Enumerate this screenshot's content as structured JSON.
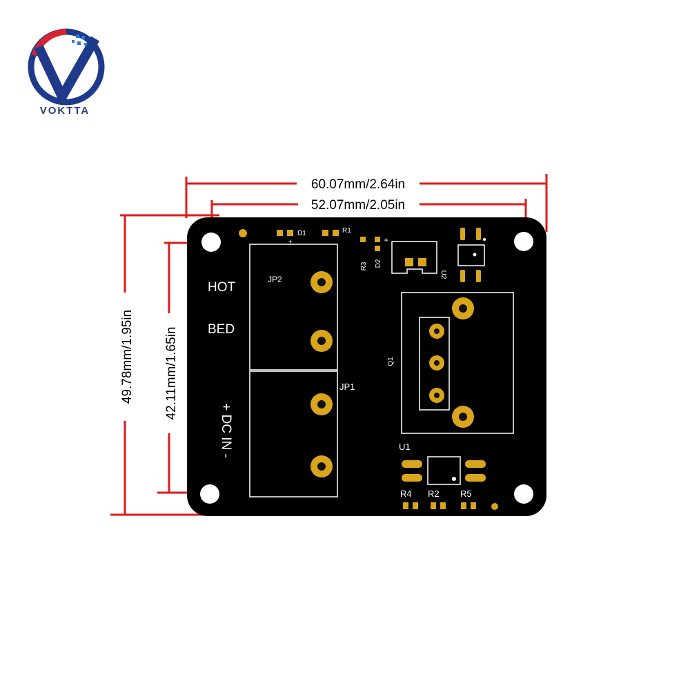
{
  "brand": {
    "name": "VOKTTA",
    "colors": {
      "navy": "#1f3a8a",
      "red": "#d9232f",
      "blue": "#2a7bd6"
    }
  },
  "dimensions": {
    "outer_width": "60.07mm/2.64in",
    "hole_width": "52.07mm/2.05in",
    "outer_height": "49.78mm/1.95in",
    "hole_height": "42.11mm/1.65in",
    "line_color": "#e01a1a"
  },
  "board": {
    "color": "#000000",
    "pad_color": "#d9a51a",
    "silkscreen_color": "#ffffff",
    "labels": {
      "hot": "HOT",
      "bed": "BED",
      "dc_in": "+ DC IN -",
      "jp1": "JP1",
      "jp2": "JP2",
      "d1": "D1",
      "r1": "R1",
      "plus_d1": "+",
      "r3": "R3",
      "d2": "D2",
      "plus_d2": "+",
      "u2": "U2",
      "q1": "Q1",
      "u1": "U1",
      "r4": "R4",
      "r2": "R2",
      "r5": "R5"
    }
  }
}
